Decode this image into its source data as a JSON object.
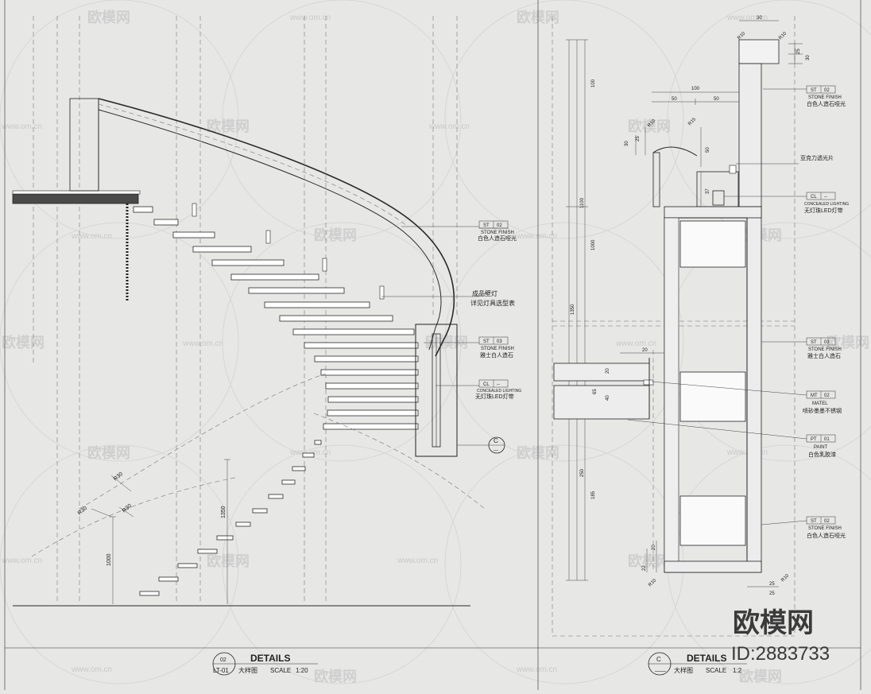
{
  "left_detail": {
    "number": "02",
    "sheet": "LT-01",
    "title": "DETAILS",
    "subtitle": "大样图",
    "scale_label": "SCALE",
    "scale_value": "1:20",
    "callouts": [
      {
        "code": "ST",
        "num": "02",
        "line1": "STONE FINISH",
        "line2": "白色人造石哑光"
      },
      {
        "code": "",
        "num": "",
        "line1": "成品壁灯",
        "line2": "详见灯具选型表"
      },
      {
        "code": "ST",
        "num": "03",
        "line1": "STONE FINISH",
        "line2": "雅士白人造石"
      },
      {
        "code": "CL",
        "num": "--",
        "line1": "CONCEALED LIGHTING",
        "line2": "无灯珠LED灯带"
      }
    ],
    "section_marker": {
      "letter": "C",
      "sub": "—"
    },
    "dimensions": [
      "R30",
      "R30",
      "R30",
      "1350",
      "1000"
    ]
  },
  "right_detail": {
    "letter": "C",
    "sub": "——",
    "title": "DETAILS",
    "subtitle": "大样图",
    "scale_label": "SCALE",
    "scale_value": "1:2",
    "callouts": [
      {
        "code": "ST",
        "num": "02",
        "line1": "STONE FINISH",
        "line2": "白色人造石哑光"
      },
      {
        "code": "",
        "num": "",
        "line1": "亚克力透光片",
        "line2": ""
      },
      {
        "code": "CL",
        "num": "--",
        "line1": "CONCEALED LIGHTING",
        "line2": "无灯珠LED灯带"
      },
      {
        "code": "ST",
        "num": "03",
        "line1": "STONE FINISH",
        "line2": "雅士白人造石"
      },
      {
        "code": "MT",
        "num": "02",
        "line1": "MATEL",
        "line2": "喷砂墨墨不锈钢"
      },
      {
        "code": "PT",
        "num": "01",
        "line1": "PAINT",
        "line2": "白色乳胶漆"
      },
      {
        "code": "ST",
        "num": "02",
        "line1": "STONE FINISH",
        "line2": "白色人造石哑光"
      }
    ],
    "dims_top": [
      "R10",
      "30",
      "R10",
      "25",
      "30"
    ],
    "dims_horizontal": [
      "100",
      "50",
      "50",
      "20",
      "25",
      "25"
    ],
    "dims_vertical": [
      "100",
      "1100",
      "1000",
      "1350",
      "250",
      "185",
      "50",
      "37",
      "30",
      "25",
      "20",
      "65",
      "40",
      "20",
      "22"
    ],
    "dims_radius": [
      "R10",
      "R15",
      "R10",
      "R10"
    ]
  },
  "watermark": {
    "brand": "欧模网",
    "url": "www.om.cn",
    "id_label": "ID:2883733"
  }
}
